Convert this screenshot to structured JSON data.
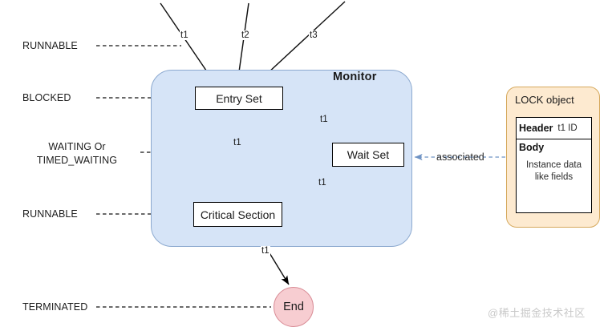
{
  "diagram": {
    "title": "Java thread states and monitor (synchronized) diagram",
    "colors": {
      "monitor_fill": "#d6e4f7",
      "monitor_border": "#8ca9cf",
      "lock_fill": "#fdead0",
      "lock_border": "#d6a95d",
      "end_fill": "#f7cdd1",
      "end_border": "#d98c96",
      "edge_stroke": "#000000",
      "assoc_stroke": "#6f93c4",
      "watermark": "#c9c9c9"
    }
  },
  "state_labels": [
    {
      "id": "runnable-top",
      "text": "RUNNABLE"
    },
    {
      "id": "blocked",
      "text": "BLOCKED"
    },
    {
      "id": "waiting-l1",
      "text": "WAITING Or"
    },
    {
      "id": "waiting-l2",
      "text": "TIMED_WAITING"
    },
    {
      "id": "runnable-mid",
      "text": "RUNNABLE"
    },
    {
      "id": "terminated",
      "text": "TERMINATED"
    }
  ],
  "monitor": {
    "title": "Monitor",
    "nodes": {
      "entry_set": "Entry Set",
      "wait_set": "Wait Set",
      "critical_section": "Critical Section"
    }
  },
  "end_node": {
    "label": "End"
  },
  "incoming_threads": [
    {
      "label": "t1"
    },
    {
      "label": "t2"
    },
    {
      "label": "t3"
    }
  ],
  "edge_labels": {
    "entry_to_critical": "t1",
    "critical_to_wait": "t1",
    "wait_to_entry": "t1",
    "critical_to_end": "t1",
    "associated": "associated"
  },
  "lock_object": {
    "title": "LOCK object",
    "header_key": "Header",
    "header_value": "t1 ID",
    "body_key": "Body",
    "body_text": "Instance data like fields"
  },
  "watermark": {
    "text": "@稀土掘金技术社区"
  }
}
